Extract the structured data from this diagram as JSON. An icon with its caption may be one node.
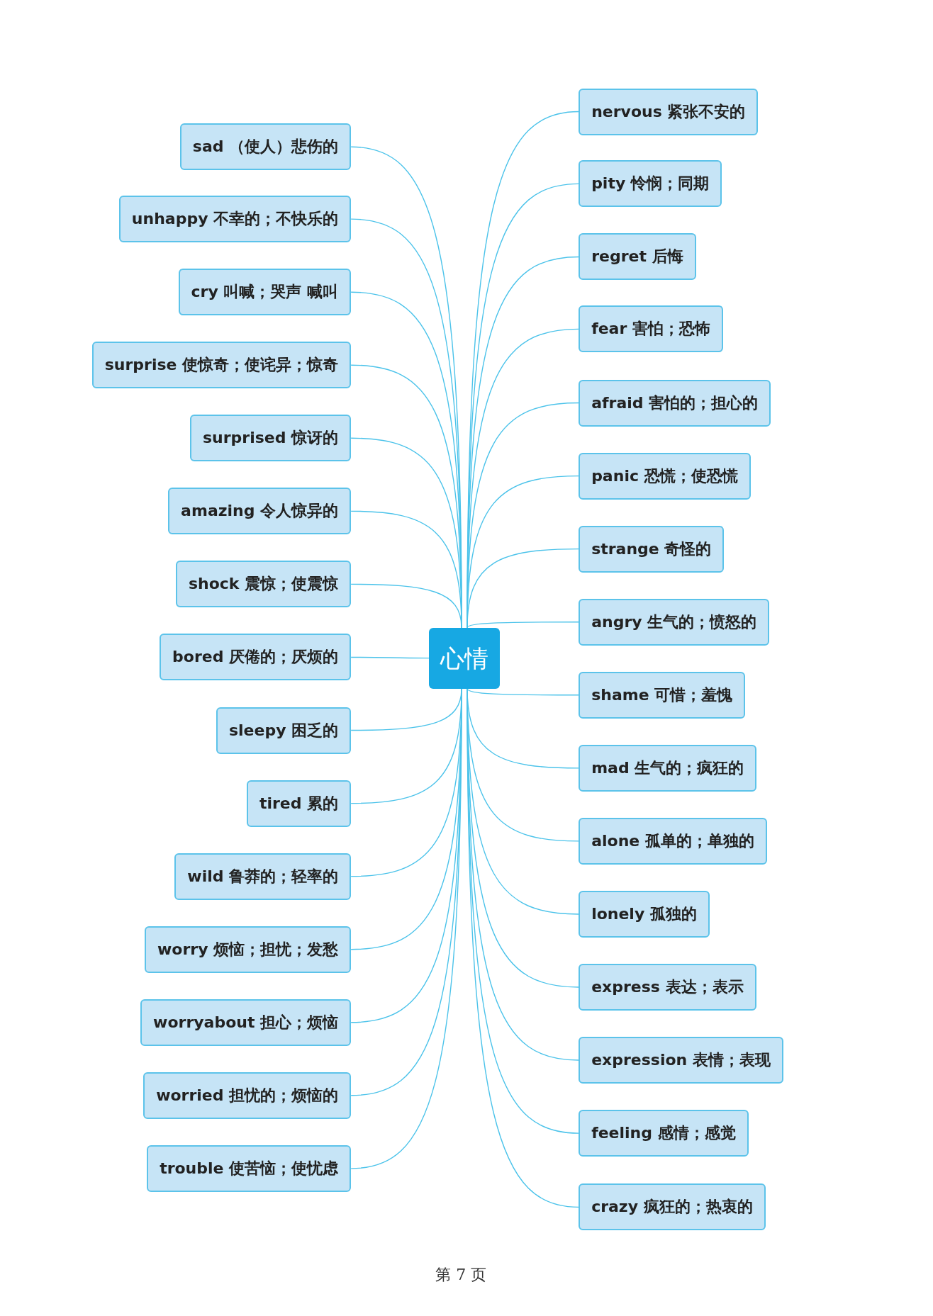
{
  "diagram": {
    "nodes": [
      {
        "text": [
          "心情"
        ]
      },
      {
        "text": [
          "sad （使人）悲伤的"
        ]
      },
      {
        "text": [
          "unhappy 不幸的；不快乐的"
        ]
      },
      {
        "text": [
          "cry 叫喊；哭声 喊叫"
        ]
      },
      {
        "text": [
          "surprise 使惊奇；使诧异；惊奇"
        ]
      },
      {
        "text": [
          "surprised 惊讶的"
        ]
      },
      {
        "text": [
          "amazing 令人惊异的"
        ]
      },
      {
        "text": [
          "shock 震惊；使震惊"
        ]
      },
      {
        "text": [
          "bored 厌倦的；厌烦的"
        ]
      },
      {
        "text": [
          "sleepy 困乏的"
        ]
      },
      {
        "text": [
          "tired 累的"
        ]
      },
      {
        "text": [
          "wild 鲁莽的；轻率的"
        ]
      },
      {
        "text": [
          "worry 烦恼；担忧；发愁"
        ]
      },
      {
        "text": [
          "worryabout 担心；烦恼"
        ]
      },
      {
        "text": [
          "worried 担忧的；烦恼的"
        ]
      },
      {
        "text": [
          "trouble 使苦恼；使忧虑"
        ]
      },
      {
        "text": [
          "nervous 紧张不安的"
        ]
      },
      {
        "text": [
          "pity 怜悯；同期"
        ]
      },
      {
        "text": [
          "regret 后悔"
        ]
      },
      {
        "text": [
          "fear 害怕；恐怖"
        ]
      },
      {
        "text": [
          "afraid 害怕的；担心的"
        ]
      },
      {
        "text": [
          "panic 恐慌；使恐慌"
        ]
      },
      {
        "text": [
          "strange 奇怪的"
        ]
      },
      {
        "text": [
          "angry 生气的；愤怒的"
        ]
      },
      {
        "text": [
          "shame 可惜；羞愧"
        ]
      },
      {
        "text": [
          "mad 生气的；疯狂的"
        ]
      },
      {
        "text": [
          "alone 孤单的；单独的"
        ]
      },
      {
        "text": [
          "lonely 孤独的"
        ]
      },
      {
        "text": [
          "express 表达；表示"
        ]
      },
      {
        "text": [
          "expression 表情；表现"
        ]
      },
      {
        "text": [
          "feeling 感情；感觉"
        ]
      },
      {
        "text": [
          "crazy 疯狂的；热衷的"
        ]
      }
    ],
    "edges": [
      {
        "from": 0,
        "to": 1,
        "arrow": "none"
      },
      {
        "from": 0,
        "to": 2,
        "arrow": "none"
      },
      {
        "from": 0,
        "to": 3,
        "arrow": "none"
      },
      {
        "from": 0,
        "to": 4,
        "arrow": "none"
      },
      {
        "from": 0,
        "to": 5,
        "arrow": "none"
      },
      {
        "from": 0,
        "to": 6,
        "arrow": "none"
      },
      {
        "from": 0,
        "to": 7,
        "arrow": "none"
      },
      {
        "from": 0,
        "to": 8,
        "arrow": "none"
      },
      {
        "from": 0,
        "to": 9,
        "arrow": "none"
      },
      {
        "from": 0,
        "to": 10,
        "arrow": "none"
      },
      {
        "from": 0,
        "to": 11,
        "arrow": "none"
      },
      {
        "from": 0,
        "to": 12,
        "arrow": "none"
      },
      {
        "from": 0,
        "to": 13,
        "arrow": "none"
      },
      {
        "from": 0,
        "to": 14,
        "arrow": "none"
      },
      {
        "from": 0,
        "to": 15,
        "arrow": "none"
      },
      {
        "from": 0,
        "to": 16,
        "arrow": "none"
      },
      {
        "from": 0,
        "to": 17,
        "arrow": "none"
      },
      {
        "from": 0,
        "to": 18,
        "arrow": "none"
      },
      {
        "from": 0,
        "to": 19,
        "arrow": "none"
      },
      {
        "from": 0,
        "to": 20,
        "arrow": "none"
      },
      {
        "from": 0,
        "to": 21,
        "arrow": "none"
      },
      {
        "from": 0,
        "to": 22,
        "arrow": "none"
      },
      {
        "from": 0,
        "to": 23,
        "arrow": "none"
      },
      {
        "from": 0,
        "to": 24,
        "arrow": "none"
      },
      {
        "from": 0,
        "to": 25,
        "arrow": "none"
      },
      {
        "from": 0,
        "to": 26,
        "arrow": "none"
      },
      {
        "from": 0,
        "to": 27,
        "arrow": "none"
      },
      {
        "from": 0,
        "to": 28,
        "arrow": "none"
      },
      {
        "from": 0,
        "to": 29,
        "arrow": "none"
      },
      {
        "from": 0,
        "to": 30,
        "arrow": "none"
      },
      {
        "from": 0,
        "to": 31,
        "arrow": "none"
      }
    ],
    "labels": [
      "第 7 页"
    ]
  }
}
